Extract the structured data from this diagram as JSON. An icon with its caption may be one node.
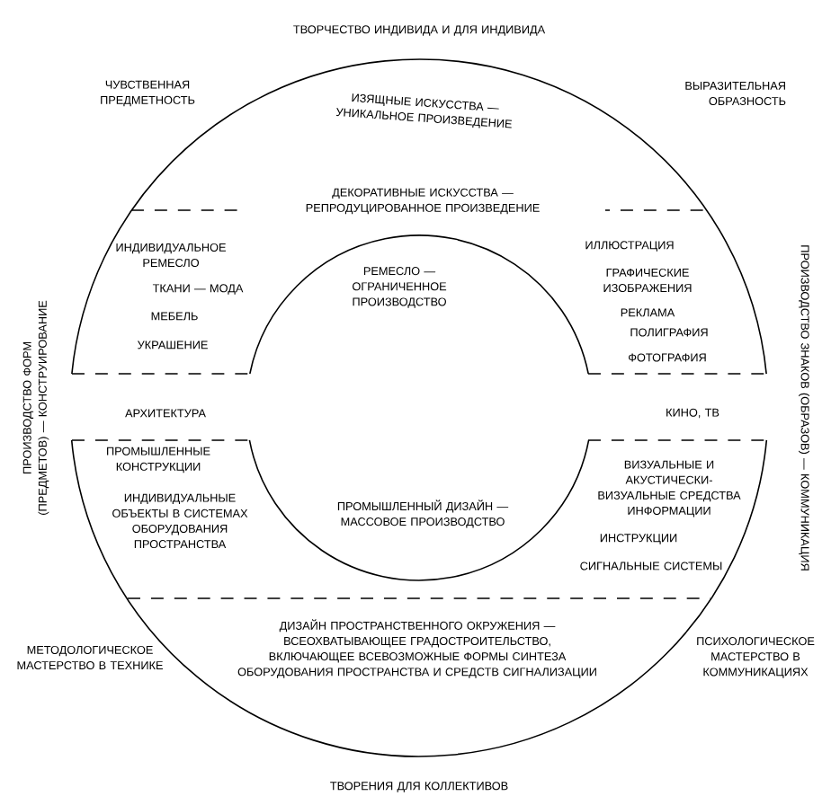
{
  "diagram": {
    "labels": [
      "ТВОРЧЕСТВО ИНДИВИДА И ДЛЯ ИНДИВИДА",
      "ЧУВСТВЕННАЯ ПРЕДМЕТНОСТЬ",
      "ВЫРАЗИТЕЛЬНАЯ ОБРАЗНОСТЬ",
      "ИЗЯЩНЫЕ ИСКУССТВА — УНИКАЛЬНОЕ ПРОИЗВЕДЕНИЕ",
      "ДЕКОРАТИВНЫЕ ИСКУССТВА — РЕПРОДУЦИРОВАННОЕ ПРОИЗВЕДЕНИЕ",
      "ИНДИВИДУАЛЬНОЕ РЕМЕСЛО",
      "ТКАНИ — МОДА",
      "МЕБЕЛЬ",
      "УКРАШЕНИЕ",
      "ИЛЛЮСТРАЦИЯ",
      "ГРАФИЧЕСКИЕ ИЗОБРАЖЕНИЯ",
      "РЕКЛАМА",
      "ПОЛИГРАФИЯ",
      "ФОТОГРАФИЯ",
      "РЕМЕСЛО — ОГРАНИЧЕННОЕ ПРОИЗВОДСТВО",
      "АРХИТЕКТУРА",
      "КИНО, ТВ",
      "ПРОМЫШЛЕННЫЕ КОНСТРУКЦИИ",
      "ИНДИВИДУАЛЬНЫЕ ОБЪЕКТЫ В СИСТЕМАХ ОБОРУДОВАНИЯ ПРОСТРАНСТВА",
      "ПРОМЫШЛЕННЫЙ ДИЗАЙН — МАССОВОЕ ПРОИЗВОДСТВО",
      "ВИЗУАЛЬНЫЕ И АКУСТИЧЕСКИ-ВИЗУАЛЬНЫЕ СРЕДСТВА ИНФОРМАЦИИ",
      "ИНСТРУКЦИИ",
      "СИГНАЛЬНЫЕ СИСТЕМЫ",
      "ДИЗАЙН ПРОСТРАНСТВЕННОГО ОКРУЖЕНИЯ — ВСЕОХВАТЫВАЮЩЕЕ ГРАДОСТРОИТЕЛЬСТВО, ВКЛЮЧАЮЩЕЕ ВСЕВОЗМОЖНЫЕ ФОРМЫ СИНТЕЗА ОБОРУДОВАНИЯ ПРОСТРАНСТВА И СРЕДСТВ СИГНАЛИЗАЦИИ",
      "МЕТОДОЛОГИЧЕСКОЕ МАСТЕРСТВО В ТЕХНИКЕ",
      "ПСИХОЛОГИЧЕСКОЕ МАСТЕРСТВО В КОММУНИКАЦИЯХ",
      "ТВОРЕНИЯ ДЛЯ КОЛЛЕКТИВОВ",
      "ПРОИЗВОДСТВО ФОРМ (ПРЕДМЕТОВ) — КОНСТРУИРОВАНИЕ",
      "ПРОИЗВОДСТВО ЗНАКОВ (ОБРАЗОВ) — КОММУНИКАЦИЯ"
    ]
  }
}
